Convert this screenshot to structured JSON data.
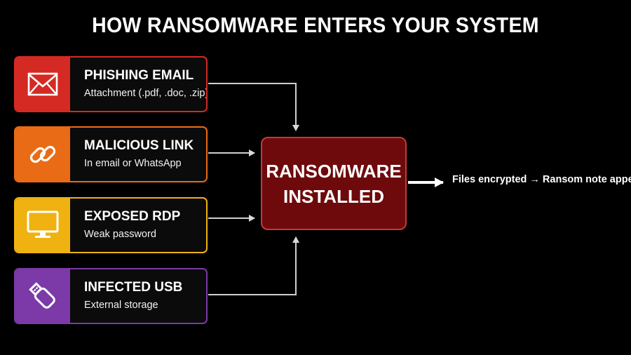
{
  "title": "HOW RANSOMWARE ENTERS YOUR SYSTEM",
  "sources": [
    {
      "heading": "PHISHING EMAIL",
      "sub": "Attachment (.pdf, .doc, .zip)",
      "color": "#d42a23",
      "icon": "envelope-icon"
    },
    {
      "heading": "MALICIOUS LINK",
      "sub": "In email or WhatsApp",
      "color": "#ea6b15",
      "icon": "link-icon"
    },
    {
      "heading": "EXPOSED RDP",
      "sub": "Weak password",
      "color": "#f0b211",
      "icon": "monitor-icon"
    },
    {
      "heading": "INFECTED USB",
      "sub": "External storage",
      "color": "#7b3aa8",
      "icon": "usb-icon"
    }
  ],
  "center": {
    "line1": "RANSOMWARE",
    "line2": "INSTALLED",
    "fill": "#6e0a0c",
    "border": "#c43a3a"
  },
  "result": "Files encrypted → Ransom note appears"
}
